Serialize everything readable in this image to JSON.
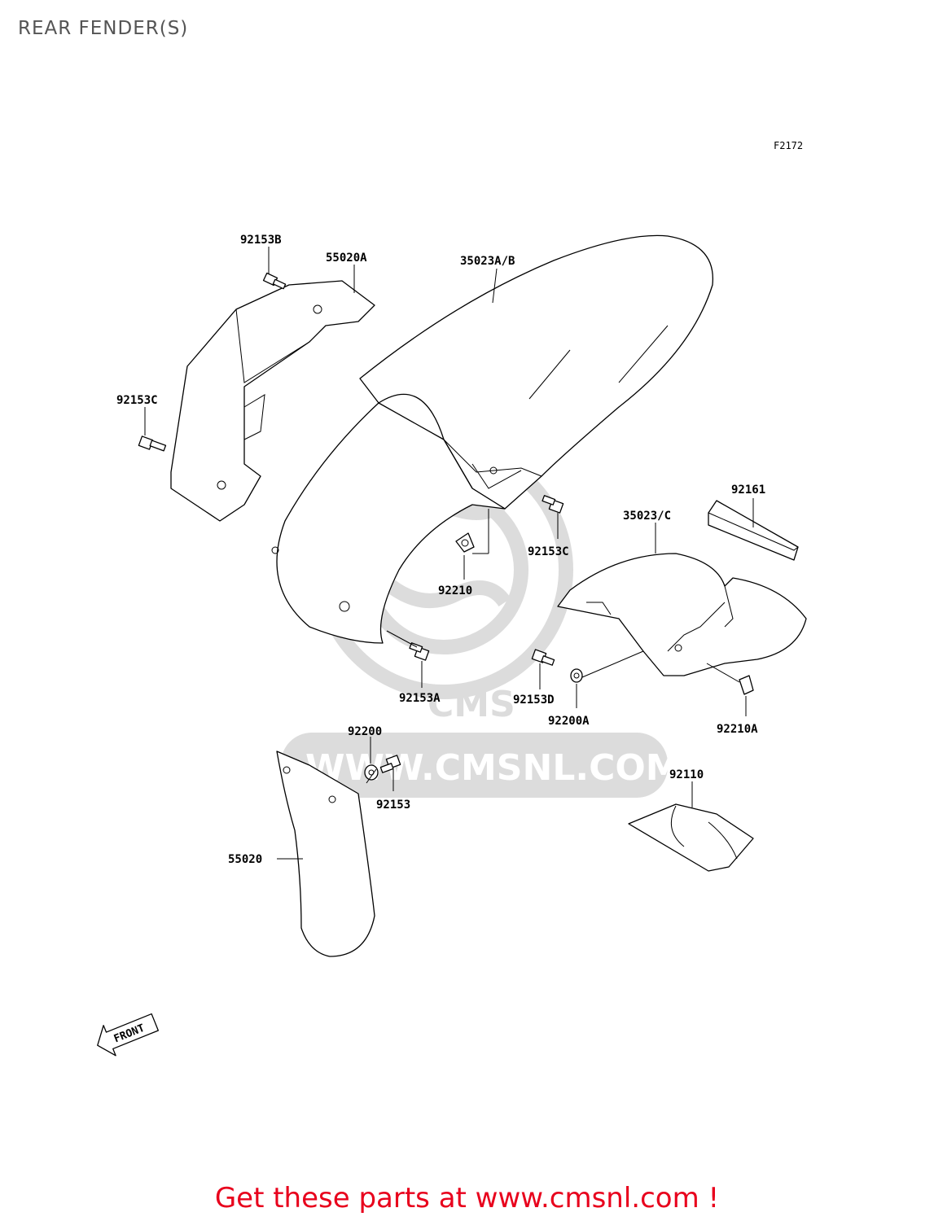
{
  "page": {
    "title": "REAR FENDER(S)",
    "diagram_id": "F2172"
  },
  "watermark": {
    "text": "WWW.CMSNL.COM",
    "logo_text": "CMS",
    "color": "#d8d8d8"
  },
  "parts": [
    {
      "key": "p92153B",
      "label": "92153B"
    },
    {
      "key": "p55020A",
      "label": "55020A"
    },
    {
      "key": "p35023AB",
      "label": "35023A/B"
    },
    {
      "key": "p92153C_left",
      "label": "92153C"
    },
    {
      "key": "p92161",
      "label": "92161"
    },
    {
      "key": "p35023C",
      "label": "35023/C"
    },
    {
      "key": "p92153C_mid",
      "label": "92153C"
    },
    {
      "key": "p92210",
      "label": "92210"
    },
    {
      "key": "p92153A",
      "label": "92153A"
    },
    {
      "key": "p92153D",
      "label": "92153D"
    },
    {
      "key": "p92200A",
      "label": "92200A"
    },
    {
      "key": "p92210A",
      "label": "92210A"
    },
    {
      "key": "p92200",
      "label": "92200"
    },
    {
      "key": "p92153",
      "label": "92153"
    },
    {
      "key": "p92110",
      "label": "92110"
    },
    {
      "key": "p55020",
      "label": "55020"
    }
  ],
  "front_marker": {
    "text": "FRONT",
    "icon": "front-arrow-icon"
  },
  "footer": {
    "cta": "Get these parts at www.cmsnl.com !",
    "color": "#e8001c"
  }
}
